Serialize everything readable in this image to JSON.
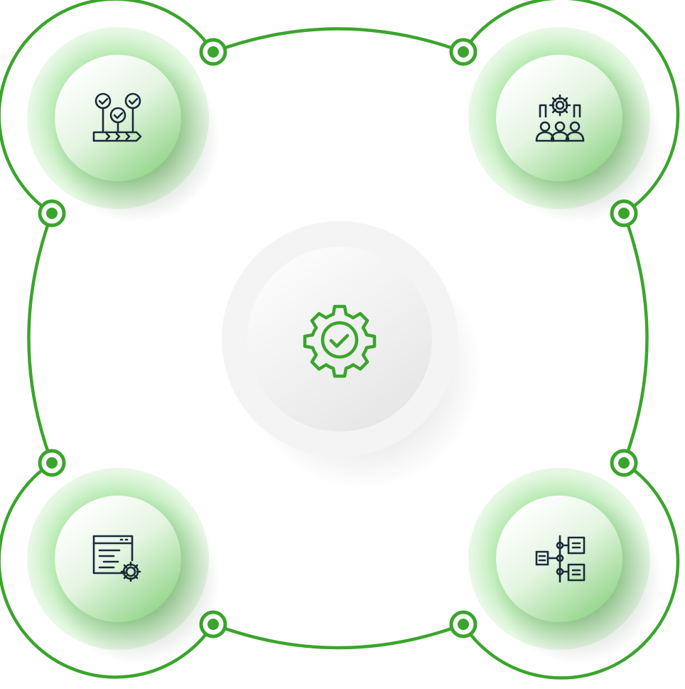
{
  "diagram": {
    "colors": {
      "accent": "#3aa52c",
      "accent_dark": "#2a8a22",
      "node_light": "#8fdd86",
      "icon_stroke": "#1b2a3a",
      "center_fill": "#f3f3f3"
    },
    "center": {
      "icon": "gear-check-icon"
    },
    "nodes": [
      {
        "id": "top-left",
        "icon": "milestones-timeline-icon"
      },
      {
        "id": "top-right",
        "icon": "team-settings-icon"
      },
      {
        "id": "bottom-left",
        "icon": "document-settings-icon"
      },
      {
        "id": "bottom-right",
        "icon": "workflow-hierarchy-icon"
      }
    ]
  }
}
